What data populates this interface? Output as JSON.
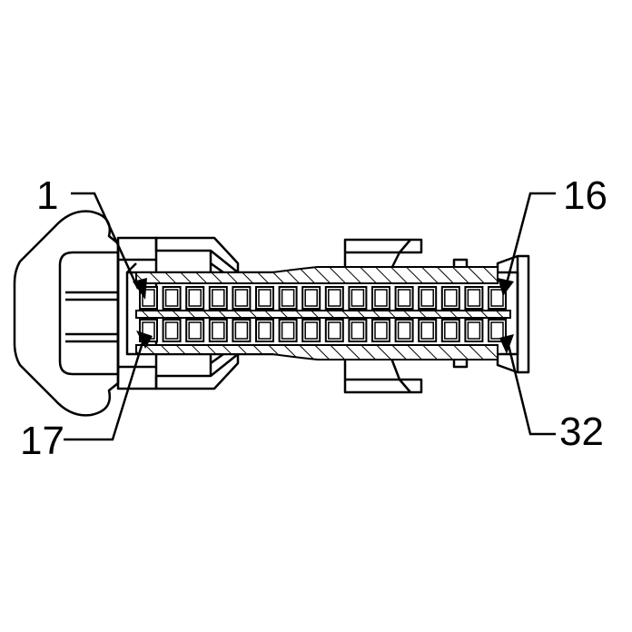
{
  "pin_labels": {
    "top_left": "1",
    "top_right": "16",
    "bottom_left": "17",
    "bottom_right": "32"
  },
  "pins_per_row": 16,
  "rows": 2,
  "colors": {
    "line": "#000000",
    "background": "#ffffff"
  }
}
